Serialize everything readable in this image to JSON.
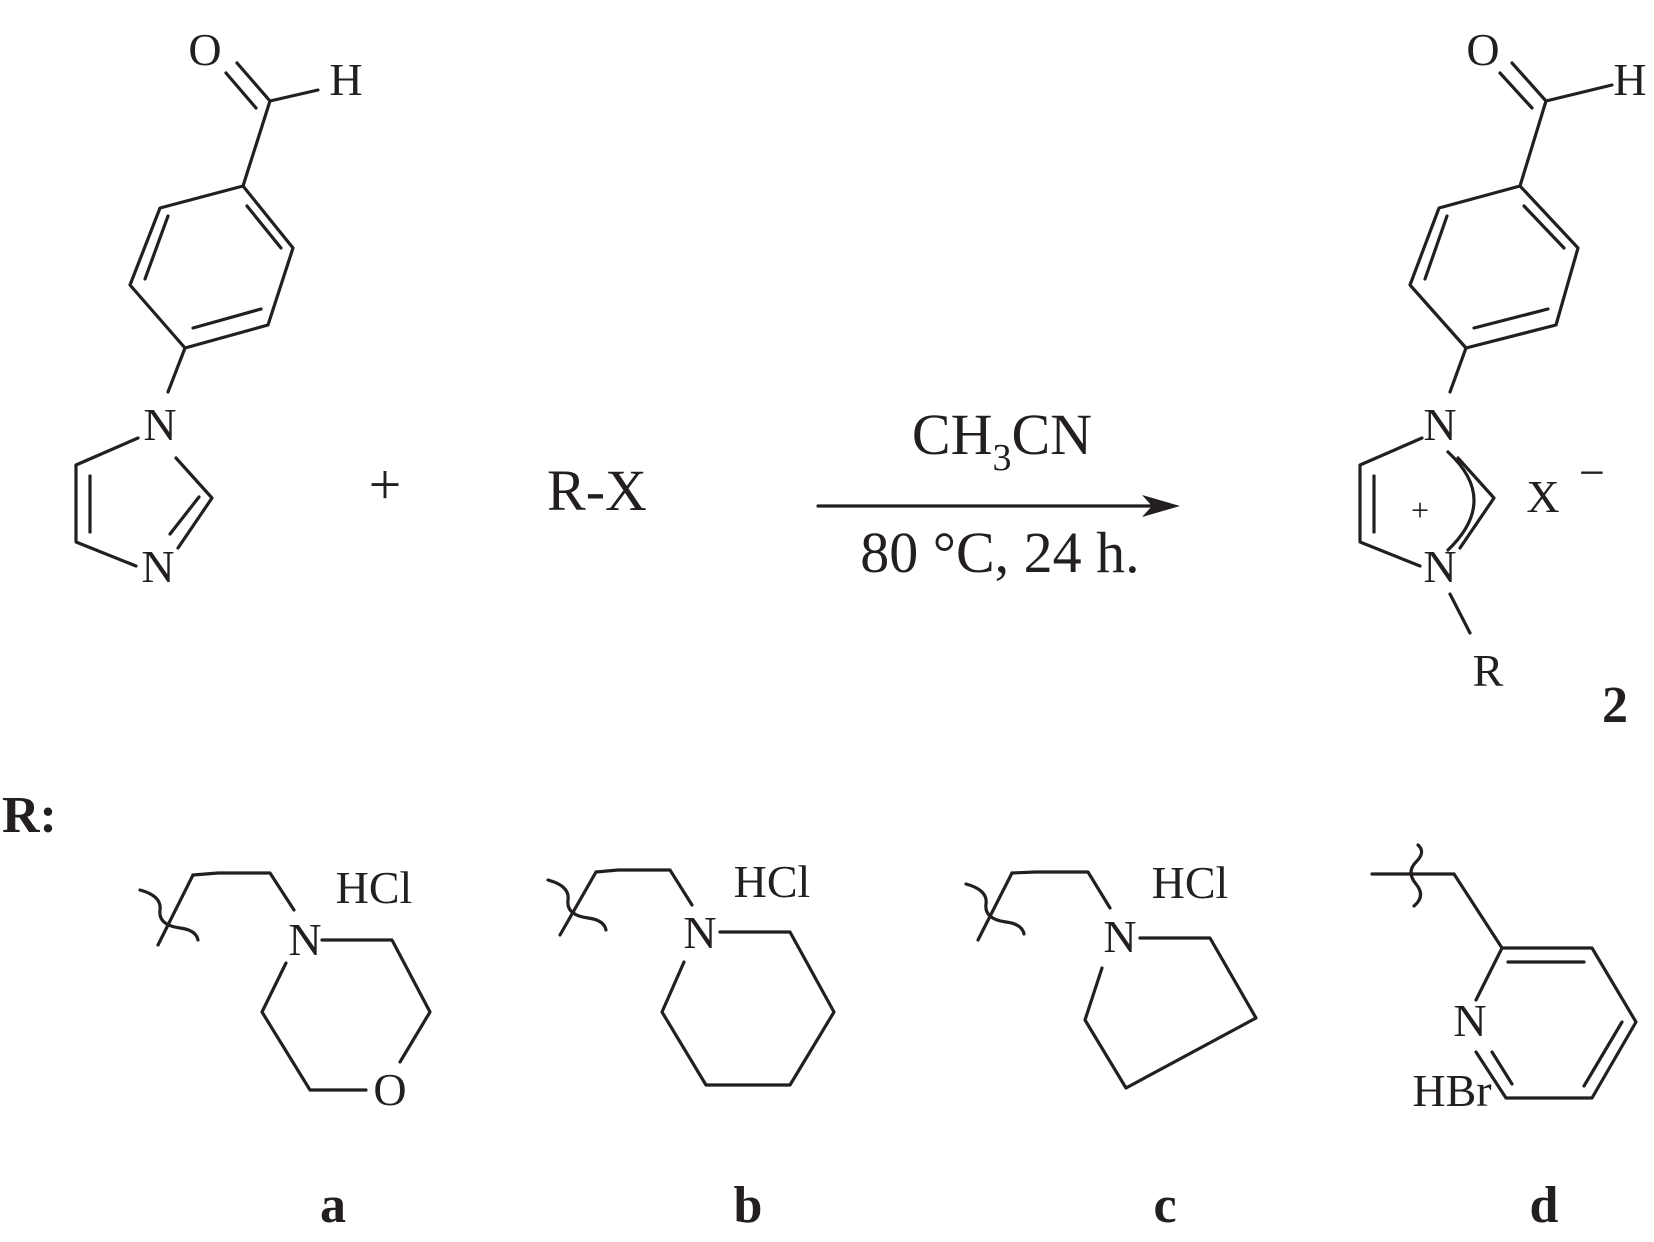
{
  "reactant": {
    "aldehyde_o": "O",
    "aldehyde_h": "H",
    "imidazole_n1": "N",
    "imidazole_n3": "N"
  },
  "plus_sign": "+",
  "reagent": "R-X",
  "conditions": {
    "solvent_main": "CH",
    "solvent_sub": "3",
    "solvent_tail": "CN",
    "temp_time": "80 °C, 24 h."
  },
  "product": {
    "aldehyde_o": "O",
    "aldehyde_h": "H",
    "n1": "N",
    "n3": "N",
    "charge": "+",
    "anion": "X",
    "anion_charge": "−",
    "substituent": "R",
    "label": "2"
  },
  "r_heading": "R:",
  "substituents": [
    {
      "label": "a",
      "salt": "HCl",
      "n_atom": "N",
      "o_atom": "O"
    },
    {
      "label": "b",
      "salt": "HCl",
      "n_atom": "N"
    },
    {
      "label": "c",
      "salt": "HCl",
      "n_atom": "N"
    },
    {
      "label": "d",
      "salt": "HBr",
      "n_atom": "N"
    }
  ]
}
